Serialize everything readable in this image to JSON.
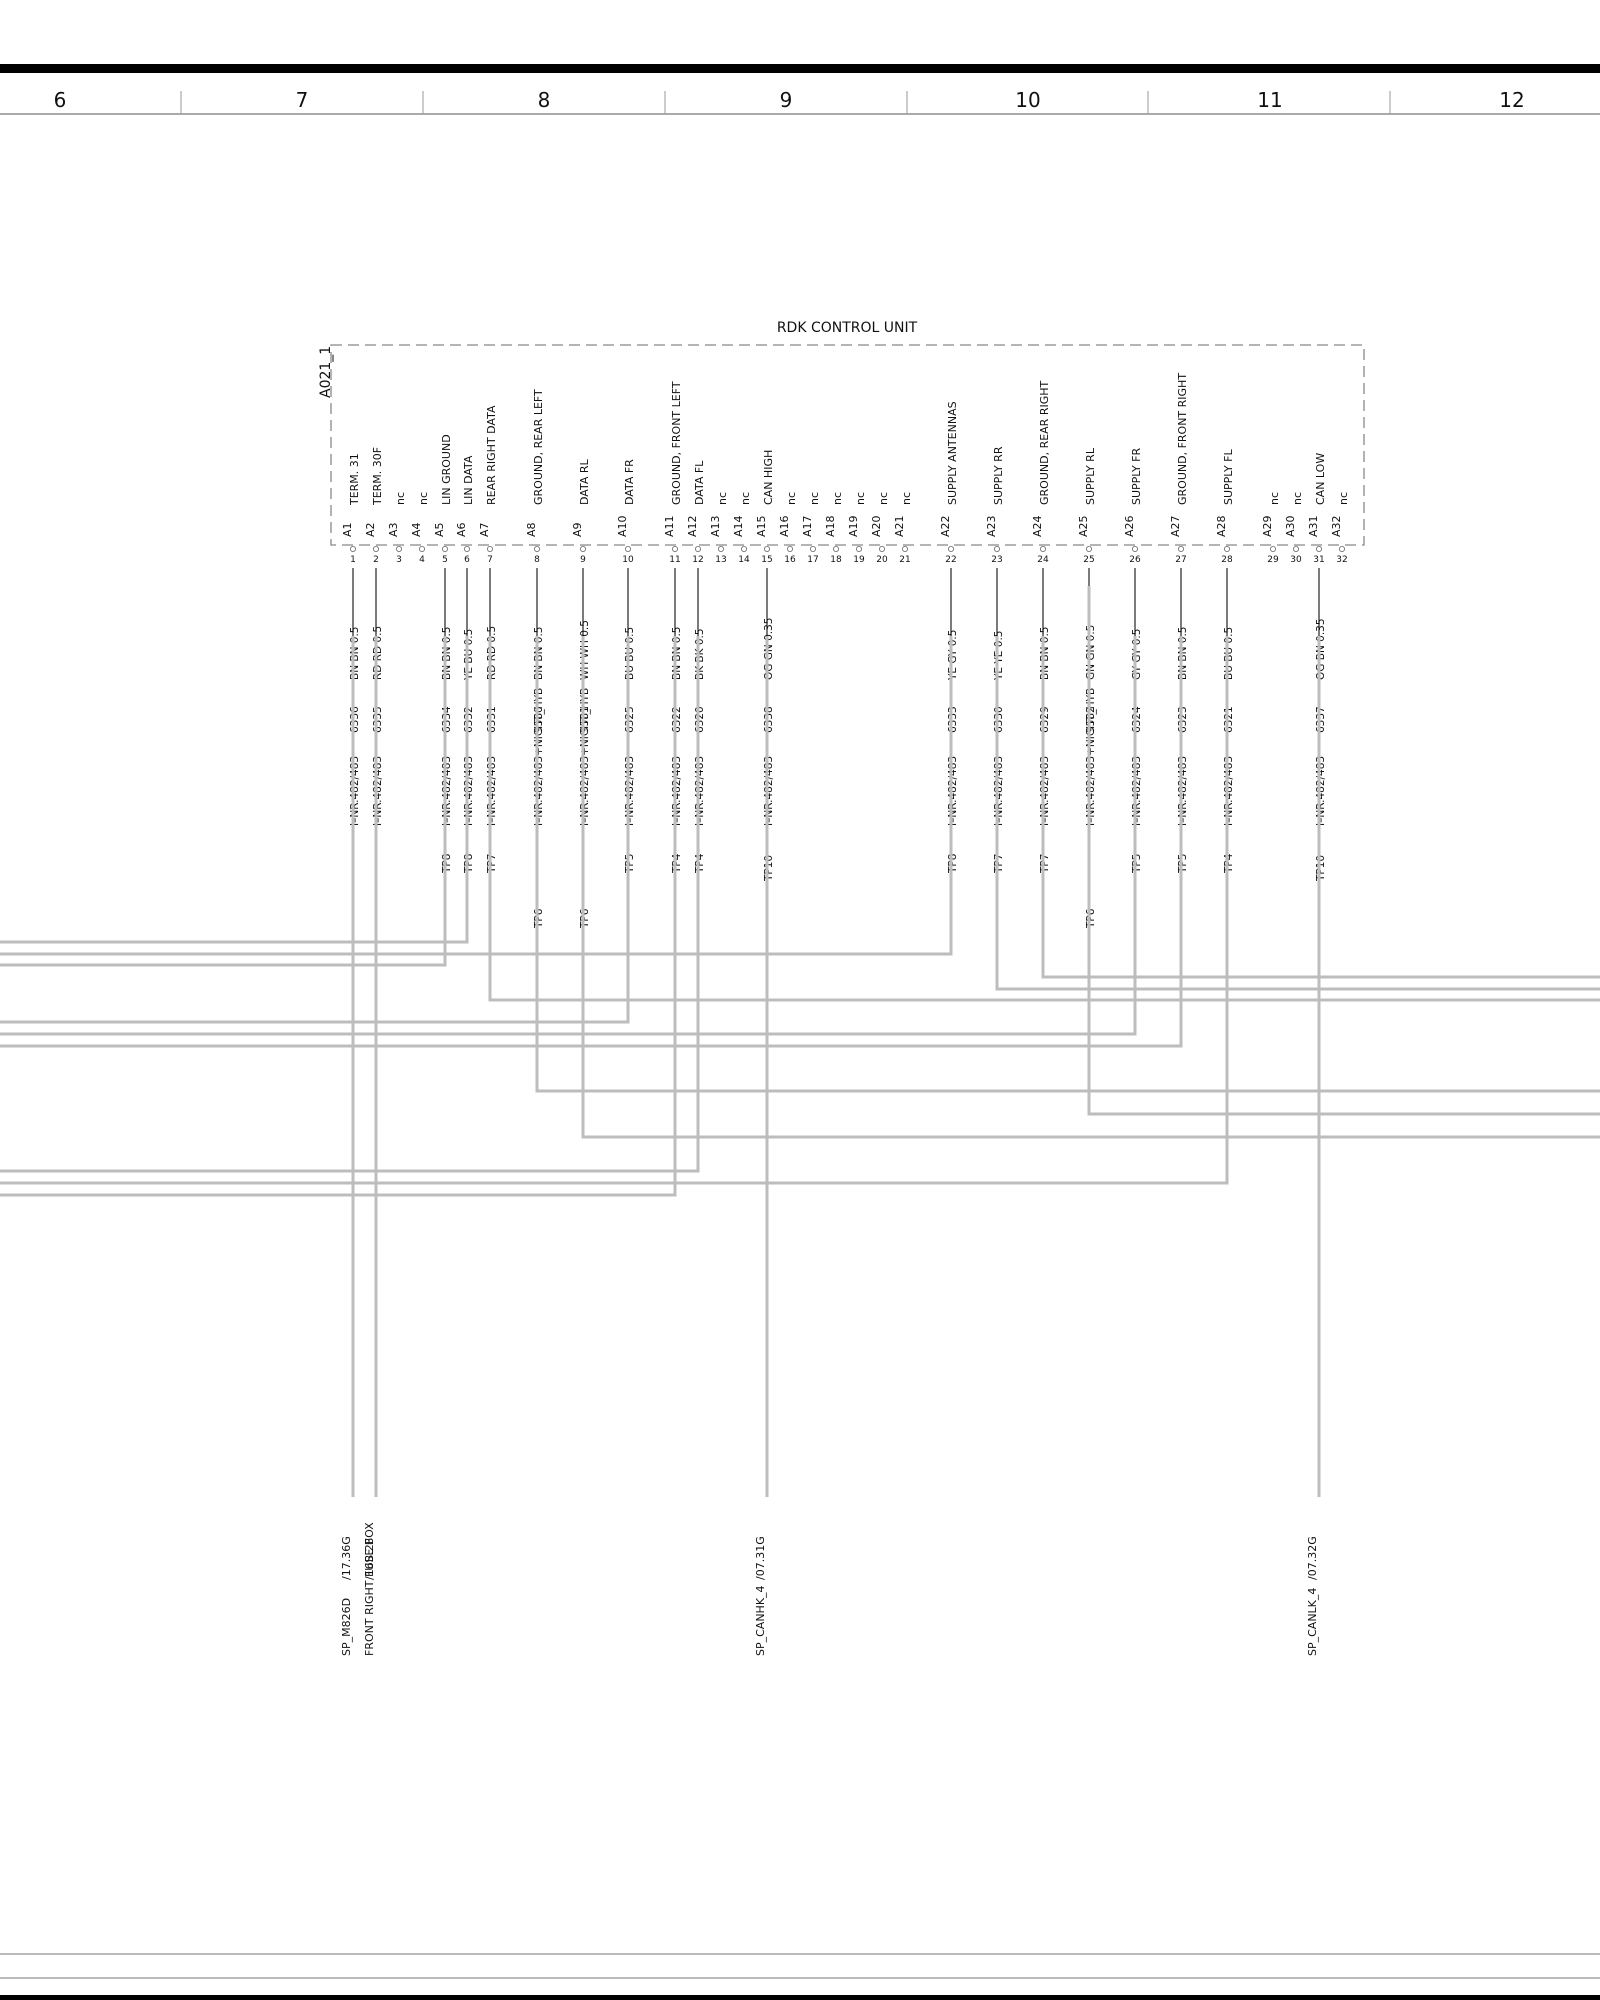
{
  "columns": [
    "6",
    "7",
    "8",
    "9",
    "10",
    "11",
    "12"
  ],
  "component": {
    "name": "RDK CONTROL UNIT",
    "id": "A021_1"
  },
  "pins": [
    {
      "n": "1",
      "label": "TERM. 31",
      "pin": "A1",
      "wire_type": "I–NR.482/483",
      "wire_no": "6336",
      "color": "BN BN 0.5"
    },
    {
      "n": "2",
      "label": "TERM. 30F",
      "pin": "A2",
      "wire_type": "I–NR.482/483",
      "wire_no": "6335",
      "color": "RD RD 0.5"
    },
    {
      "n": "3",
      "label": "nc",
      "pin": "A3"
    },
    {
      "n": "4",
      "label": "nc",
      "pin": "A4"
    },
    {
      "n": "5",
      "label": "LIN GROUND",
      "pin": "A5",
      "wire_type": "I–NR.482/483",
      "wire_no": "6334",
      "color": "BN BN 0.5",
      "tp": "TP8"
    },
    {
      "n": "6",
      "label": "LIN DATA",
      "pin": "A6",
      "wire_type": "I–NR.482/483",
      "wire_no": "6332",
      "color": "YE BU 0.5",
      "tp": "TP8"
    },
    {
      "n": "7",
      "label": "REAR RIGHT DATA",
      "pin": "A7",
      "wire_type": "I–NR.482/483",
      "wire_no": "6331",
      "color": "RD RD 0.5",
      "tp": "TP7"
    },
    {
      "n": "8",
      "label": "GROUND, REAR LEFT",
      "pin": "A8",
      "wire_type": "I–NR.482/483+NICHT_HYB",
      "wire_no": "9580",
      "color": "BN BN 0.5",
      "tp": "TP6"
    },
    {
      "n": "9",
      "label": "DATA RL",
      "pin": "A9",
      "wire_type": "I–NR.482/483+NICHT_HYB",
      "wire_no": "9581",
      "color": "WH WH 0.5",
      "tp": "TP6"
    },
    {
      "n": "10",
      "label": "DATA FR",
      "pin": "A10",
      "wire_type": "I–NR.482/483",
      "wire_no": "6325",
      "color": "BU BU 0.5",
      "tp": "TP5"
    },
    {
      "n": "11",
      "label": "GROUND, FRONT LEFT",
      "pin": "A11",
      "wire_type": "I–NR.482/483",
      "wire_no": "6322",
      "color": "BN BN 0.5",
      "tp": "TP4"
    },
    {
      "n": "12",
      "label": "DATA FL",
      "pin": "A12",
      "wire_type": "I–NR.482/483",
      "wire_no": "6320",
      "color": "BK BK 0.5",
      "tp": "TP4"
    },
    {
      "n": "13",
      "label": "nc",
      "pin": "A13"
    },
    {
      "n": "14",
      "label": "nc",
      "pin": "A14"
    },
    {
      "n": "15",
      "label": "CAN HIGH",
      "pin": "A15",
      "wire_type": "I–NR.482/483",
      "wire_no": "6338",
      "color": "OG GN 0.35",
      "tp": "TP10"
    },
    {
      "n": "16",
      "label": "nc",
      "pin": "A16"
    },
    {
      "n": "17",
      "label": "nc",
      "pin": "A17"
    },
    {
      "n": "18",
      "label": "nc",
      "pin": "A18"
    },
    {
      "n": "19",
      "label": "nc",
      "pin": "A19"
    },
    {
      "n": "20",
      "label": "nc",
      "pin": "A20"
    },
    {
      "n": "21",
      "label": "nc",
      "pin": "A21"
    },
    {
      "n": "22",
      "label": "SUPPLY ANTENNAS",
      "pin": "A22",
      "wire_type": "I–NR.482/483",
      "wire_no": "6333",
      "color": "YE GY 0.5",
      "tp": "TP8"
    },
    {
      "n": "23",
      "label": "SUPPLY RR",
      "pin": "A23",
      "wire_type": "I–NR.482/483",
      "wire_no": "6330",
      "color": "YE YE 0.5",
      "tp": "TP7"
    },
    {
      "n": "24",
      "label": "GROUND, REAR RIGHT",
      "pin": "A24",
      "wire_type": "I–NR.482/483",
      "wire_no": "6329",
      "color": "BN BN 0.5",
      "tp": "TP7"
    },
    {
      "n": "25",
      "label": "SUPPLY RL",
      "pin": "A25",
      "wire_type": "I–NR.482/483+NICHT_HYB",
      "wire_no": "9582",
      "color": "GN GN 0.5",
      "tp": "TP6"
    },
    {
      "n": "26",
      "label": "SUPPLY FR",
      "pin": "A26",
      "wire_type": "I–NR.482/483",
      "wire_no": "6324",
      "color": "GY GY 0.5",
      "tp": "TP5"
    },
    {
      "n": "27",
      "label": "GROUND, FRONT RIGHT",
      "pin": "A27",
      "wire_type": "I–NR.482/483",
      "wire_no": "6323",
      "color": "BN BN 0.5",
      "tp": "TP5"
    },
    {
      "n": "28",
      "label": "SUPPLY FL",
      "pin": "A28",
      "wire_type": "I–NR.482/483",
      "wire_no": "6321",
      "color": "BU BU 0.5",
      "tp": "TP4"
    },
    {
      "n": "29",
      "label": "nc",
      "pin": "A29"
    },
    {
      "n": "30",
      "label": "nc",
      "pin": "A30"
    },
    {
      "n": "31",
      "label": "CAN LOW",
      "pin": "A31",
      "wire_type": "I–NR.482/483",
      "wire_no": "6337",
      "color": "OG BN 0.35",
      "tp": "TP10"
    },
    {
      "n": "32",
      "label": "nc",
      "pin": "A32"
    }
  ],
  "references": [
    {
      "ref": "/17.36G",
      "target": "SP_M826D"
    },
    {
      "ref": "/16B.2F",
      "target": "FRONT RIGHT FUSE BOX"
    },
    {
      "ref": "/07.31G",
      "target": "SP_CANHK_4"
    },
    {
      "ref": "/07.32G",
      "target": "SP_CANLK_4"
    }
  ]
}
